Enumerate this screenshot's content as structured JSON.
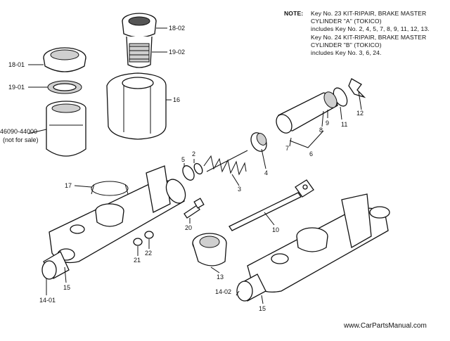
{
  "note": {
    "heading": "NOTE:",
    "lines": [
      "Key No. 23 KIT-RIPAIR, BRAKE MASTER",
      "CYLINDER \"A\" (TOKICO)",
      "includes Key No. 2, 4, 5, 7, 8, 9, 11, 12, 13.",
      "Key No. 24 KIT-RIPAIR, BRAKE MASTER",
      "CYLINDER \"B\" (TOKICO)",
      "includes Key No. 3, 6, 24."
    ]
  },
  "labels": {
    "l18_02": "18-02",
    "l19_02": "19-02",
    "l18_01": "18-01",
    "l19_01": "19-01",
    "l16": "16",
    "l46090": "46090-44000",
    "lnotforsale": "(not for sale)",
    "l12": "12",
    "l11": "11",
    "l9": "9",
    "l8": "8",
    "l7": "7",
    "l6": "6",
    "l5": "5",
    "l2": "2",
    "l4": "4",
    "l3": "3",
    "l17": "17",
    "l20": "20",
    "l10": "10",
    "l21": "21",
    "l22": "22",
    "l13": "13",
    "l14_01": "14-01",
    "l15a": "15",
    "l14_02": "14-02",
    "l15b": "15"
  },
  "watermark": "www.CarPartsManual.com"
}
